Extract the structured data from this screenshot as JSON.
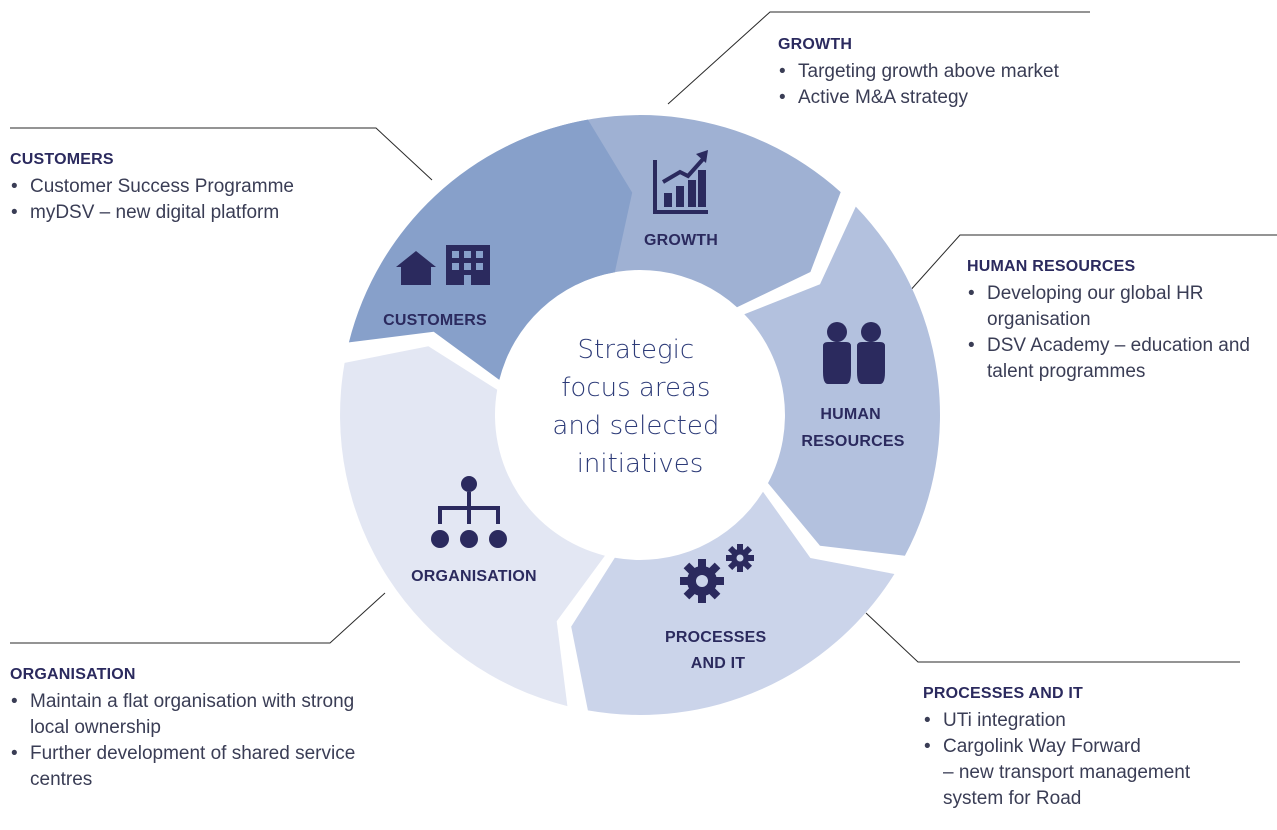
{
  "center": {
    "lines": [
      "Strategic",
      "focus areas",
      "and selected",
      "initiatives"
    ]
  },
  "segments": [
    {
      "key": "growth",
      "label_lines": [
        "GROWTH"
      ],
      "icon": "growth-chart-icon",
      "color": "#9fb1d3"
    },
    {
      "key": "human_resources",
      "label_lines": [
        "HUMAN",
        "RESOURCES"
      ],
      "icon": "people-icon",
      "color": "#b3c1de"
    },
    {
      "key": "processes_it",
      "label_lines": [
        "PROCESSES",
        "AND IT"
      ],
      "icon": "gears-icon",
      "color": "#cbd4ea"
    },
    {
      "key": "organisation",
      "label_lines": [
        "ORGANISATION"
      ],
      "icon": "org-chart-icon",
      "color": "#e3e7f3"
    },
    {
      "key": "customers",
      "label_lines": [
        "CUSTOMERS"
      ],
      "icon": "house-building-icon",
      "color": "#87a0ca"
    }
  ],
  "panels": {
    "growth": {
      "title": "GROWTH",
      "items": [
        "Targeting growth above market",
        "Active M&A strategy"
      ]
    },
    "customers": {
      "title": "CUSTOMERS",
      "items": [
        "Customer Success Programme",
        "myDSV – new digital platform"
      ]
    },
    "human_resources": {
      "title": "HUMAN RESOURCES",
      "items": [
        "Developing our global HR organisation",
        "DSV Academy – education and talent programmes"
      ]
    },
    "organisation": {
      "title": "ORGANISATION",
      "items": [
        "Maintain a flat organisation with strong local ownership",
        "Further development of shared service centres"
      ]
    },
    "processes_it": {
      "title": "PROCESSES AND IT",
      "items": [
        "UTi integration",
        "Cargolink Way Forward",
        "– new transport management system for Road"
      ]
    }
  },
  "colors": {
    "text_dark": "#2b2a5e",
    "icon": "#2b2a5e",
    "center_text": "#2d3b78",
    "connector": "#2a2a2a"
  }
}
